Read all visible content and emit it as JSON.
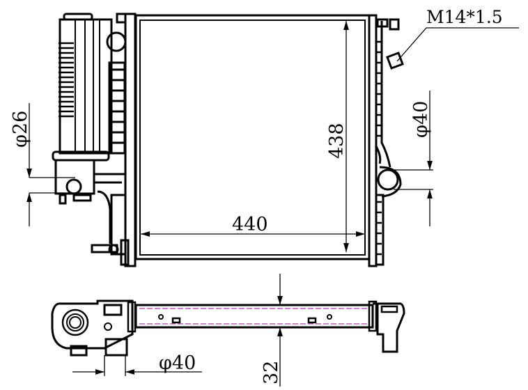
{
  "drawing": {
    "thread_label": "M14*1.5",
    "left_pipe_diameter": "φ26",
    "core_height": "438",
    "core_width": "440",
    "right_pipe_diameter": "φ40",
    "bottom_pipe_diameter": "φ40",
    "core_thickness": "32"
  },
  "colors": {
    "line": "#000000",
    "hidden_line": "#b000b0"
  }
}
